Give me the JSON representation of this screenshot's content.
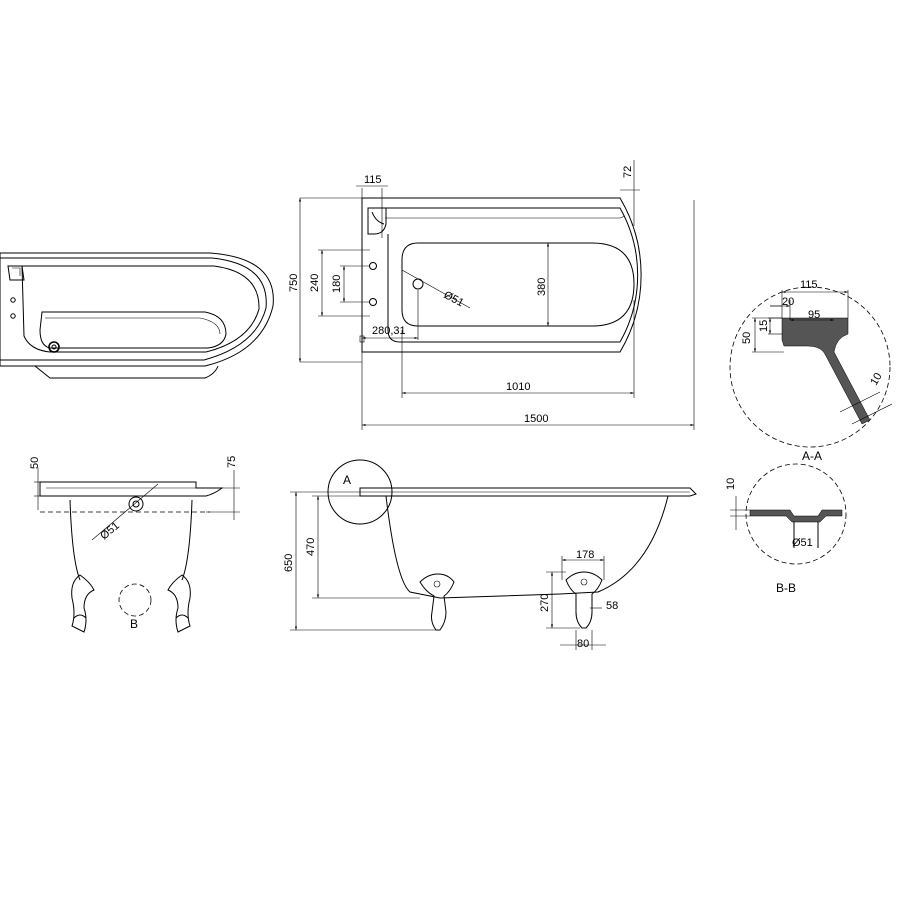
{
  "dimensions": {
    "width_115": "115",
    "radius_72": "72",
    "height_750": "750",
    "tap_240": "240",
    "tap_180": "180",
    "waste_dia_51": "Ø51",
    "inner_380": "380",
    "offset_280": "280,31",
    "inner_1010": "1010",
    "length_1500": "1500",
    "rim_50": "50",
    "rim_75": "75",
    "waste_dia_side": "Ø51",
    "height_650": "650",
    "depth_470": "470",
    "foot_178": "178",
    "foot_270": "270",
    "foot_58": "58",
    "foot_80": "80",
    "sec_115": "115",
    "sec_20": "20",
    "sec_15": "15",
    "sec_95": "95",
    "sec_50": "50",
    "sec_10": "10",
    "bb_10": "10",
    "bb_dia_51": "Ø51"
  },
  "labels": {
    "detail_a": "A",
    "section_aa": "A-A",
    "detail_b": "B",
    "section_bb": "B-B"
  }
}
